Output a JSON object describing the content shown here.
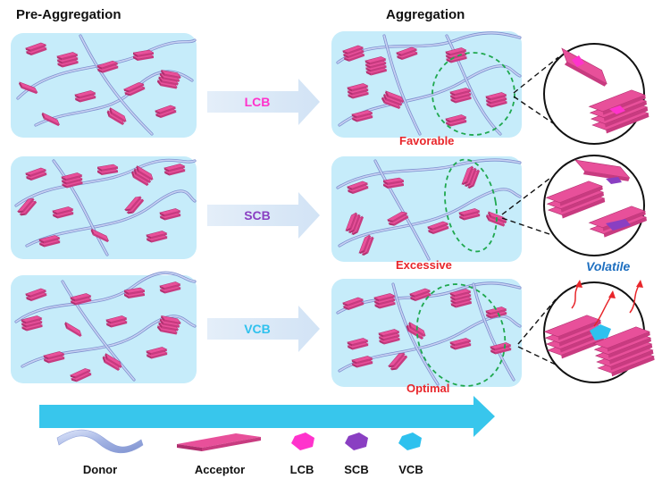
{
  "headings": {
    "pre": "Pre-Aggregation",
    "post": "Aggregation"
  },
  "rows": [
    {
      "additive": "LCB",
      "additive_color": "#ff33cc",
      "outcome": "Favorable"
    },
    {
      "additive": "SCB",
      "additive_color": "#8a3fc2",
      "outcome": "Excessive"
    },
    {
      "additive": "VCB",
      "additive_color": "#2ec1ee",
      "outcome": "Optimal"
    }
  ],
  "annotation": {
    "volatile": "Volatile",
    "color": "#1d6fc0"
  },
  "colors": {
    "panel": "#c6ecfa",
    "acceptor": "#e8509a",
    "acceptor_dark": "#b02e6e",
    "donor": "#a9b8e6",
    "domain_outline": "#1fa84f",
    "outcome": "#e8262b",
    "process_arrow": "#38c6ec"
  },
  "legend": [
    {
      "label": "Donor",
      "icon": "ribbon-icon"
    },
    {
      "label": "Acceptor",
      "icon": "slab-icon"
    },
    {
      "label": "LCB",
      "icon": "hexagon-icon",
      "color": "#ff33cc"
    },
    {
      "label": "SCB",
      "icon": "hexagon-icon",
      "color": "#8a3fc2"
    },
    {
      "label": "VCB",
      "icon": "hexagon-icon",
      "color": "#2ec1ee"
    }
  ]
}
